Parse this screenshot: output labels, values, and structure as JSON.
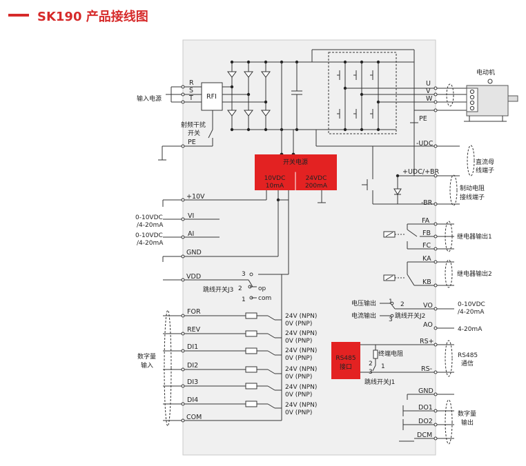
{
  "title": "SK190 产品接线图",
  "colors": {
    "accent": "#d62a2a",
    "panel": "#f0f0f0",
    "line": "#333333",
    "red_block": "#e32222"
  },
  "labels": {
    "input_power": "输入电源",
    "rfi_switch_1": "射频干扰",
    "rfi_switch_2": "开关",
    "rfi": "RFI",
    "motor": "电动机",
    "switch_supply": "开关电源",
    "sup1_v": "10VDC",
    "sup1_i": "10mA",
    "sup2_v": "24VDC",
    "sup2_i": "200mA",
    "dc_bus_1": "直流母",
    "dc_bus_2": "线端子",
    "brake_1": "制动电阻",
    "brake_2": "接线端子",
    "relay1": "继电器输出1",
    "relay2": "继电器输出2",
    "ai_range_1a": "0-10VDC",
    "ai_range_1b": "/4-20mA",
    "ai_range_2a": "0-10VDC",
    "ai_range_2b": "/4-20mA",
    "j3": "跳线开关J3",
    "op": "op",
    "com": "com",
    "j3_pin3": "3",
    "j3_pin2": "2",
    "j3_pin1": "1",
    "digital_input_1": "数字量",
    "digital_input_2": "输入",
    "npn": "24V (NPN)",
    "pnp": "0V (PNP)",
    "voltage_out": "电压输出",
    "current_out": "电流输出",
    "j2": "跳线开关J2",
    "j2_pin1": "1",
    "j2_pin2": "2",
    "j2_pin3": "3",
    "ao_range_1": "0-10VDC",
    "ao_range_2": "/4-20mA",
    "ao_range_3": "4-20mA",
    "rs485_1": "RS485",
    "rs485_2": "接口",
    "rs485_comm_1": "RS485",
    "rs485_comm_2": "通信",
    "term_res": "终端电阻",
    "j1": "跳线开关J1",
    "j1_pin2": "2",
    "j1_pin1": "1",
    "j1_pin3": "3",
    "digital_output_1": "数字量",
    "digital_output_2": "输出"
  },
  "terminals": {
    "R": "R",
    "S": "S",
    "T": "T",
    "PE_L": "PE",
    "p10v": "+10V",
    "VI": "VI",
    "AI": "AI",
    "GND_L": "GND",
    "VDD": "VDD",
    "FOR": "FOR",
    "REV": "REV",
    "DI1": "DI1",
    "DI2": "DI2",
    "DI3": "DI3",
    "DI4": "DI4",
    "COM": "COM",
    "U": "U",
    "V": "V",
    "W": "W",
    "PE_R": "PE",
    "mUDC": "-UDC",
    "pUDC": "+UDC/+BR",
    "mBR": "-BR",
    "FA": "FA",
    "FB": "FB",
    "FC": "FC",
    "KA": "KA",
    "KB": "KB",
    "VO": "VO",
    "AO": "AO",
    "RSp": "RS+",
    "RSm": "RS-",
    "GND_R": "GND",
    "DO1": "DO1",
    "DO2": "DO2",
    "DCM": "DCM"
  }
}
